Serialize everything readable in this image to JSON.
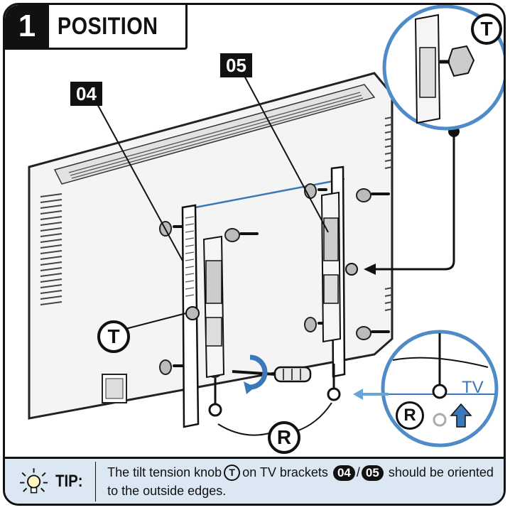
{
  "step": {
    "number": "1",
    "title": "POSITION"
  },
  "labels": {
    "bracket_left": "04",
    "bracket_right": "05"
  },
  "callouts": {
    "knob": "T",
    "release": "R"
  },
  "detail": {
    "tv": "TV",
    "release": "R",
    "knob": "T"
  },
  "tip": {
    "label": "TIP:",
    "text_before": "The tilt tension knob",
    "knob_symbol": "T",
    "text_mid": "on TV brackets",
    "badge_left": "04",
    "separator": "/",
    "badge_right": "05",
    "text_after": "should be oriented to the outside edges."
  },
  "colors": {
    "accent_blue": "#3b78b9",
    "tip_bg": "#dbe8f4",
    "ink": "#111111"
  }
}
